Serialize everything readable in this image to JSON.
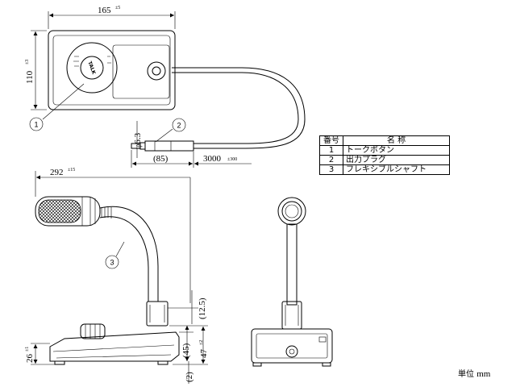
{
  "dimensions": {
    "top_width": "165",
    "top_width_tol": "±5",
    "top_height": "110",
    "top_height_tol": "±3",
    "plug_dia": "φ6.3",
    "plug_len": "(85)",
    "cord_len": "3000",
    "cord_tol": "±300",
    "arm_reach": "292",
    "arm_reach_tol": "±15",
    "neck_offset": "(12.5)",
    "base_mid": "(45)",
    "base_height": "47",
    "base_height_tol": "±2",
    "front_height": "26",
    "front_height_tol": "±1",
    "foot_gap": "(2)"
  },
  "button_label": "TALK",
  "callouts": [
    "1",
    "2",
    "3"
  ],
  "parts_table": {
    "header_no": "番号",
    "header_name": "名 称",
    "rows": [
      {
        "no": "1",
        "name": "トークボタン"
      },
      {
        "no": "2",
        "name": "出力プラグ"
      },
      {
        "no": "3",
        "name": "フレキシブルシャフト"
      }
    ]
  },
  "unit": {
    "label": "単位",
    "value": "mm"
  }
}
